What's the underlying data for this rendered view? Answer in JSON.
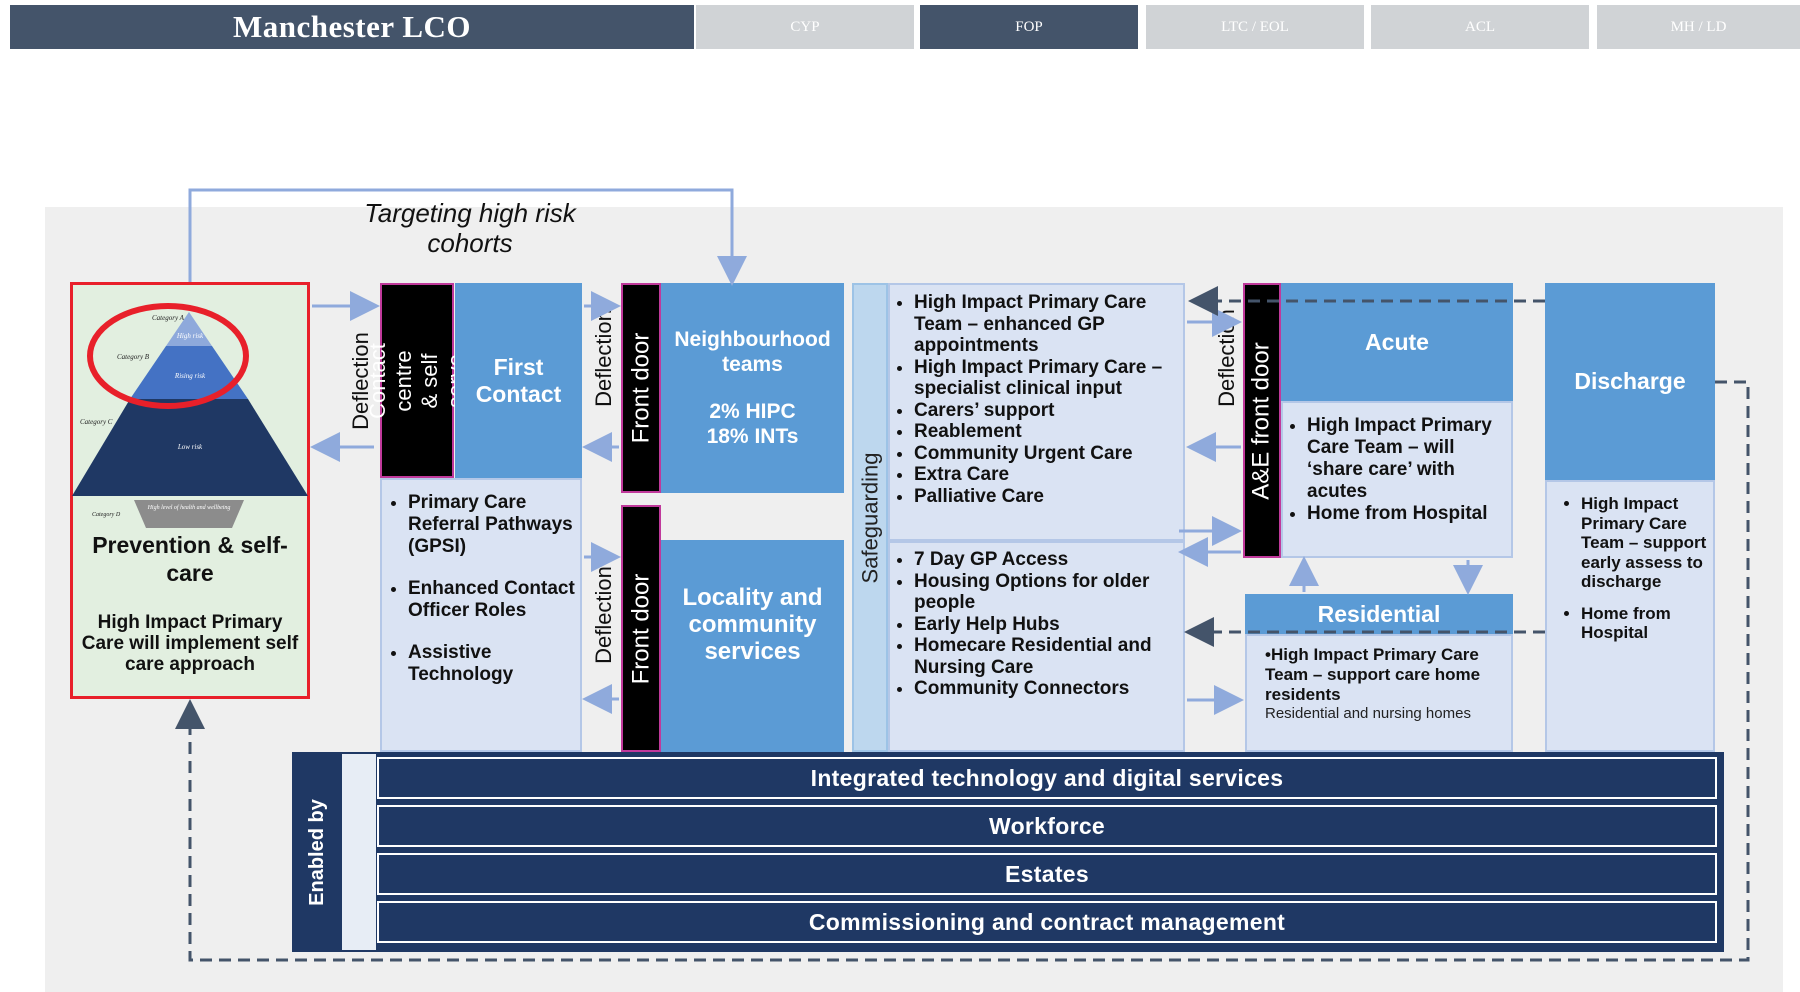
{
  "header": {
    "title": "Manchester LCO",
    "tabs": [
      {
        "label": "CYP",
        "active": false
      },
      {
        "label": "FOP",
        "active": true
      },
      {
        "label": "LTC / EOL",
        "active": false
      },
      {
        "label": "ACL",
        "active": false
      },
      {
        "label": "MH / LD",
        "active": false
      }
    ]
  },
  "caption": "Targeting high risk cohorts",
  "prevention": {
    "pyramid": {
      "category_a": "Category A",
      "high_risk": "High risk",
      "category_b": "Category B",
      "rising_risk": "Rising risk",
      "category_c": "Category C",
      "low_risk": "Low risk",
      "category_d": "Category D",
      "high_level": "High level of health and wellbeing"
    },
    "title": "Prevention & self-care",
    "desc": "High Impact Primary Care will implement self care approach"
  },
  "labels": {
    "deflection": "Deflection",
    "contact_centre": "Contact centre & self serve",
    "front_door": "Front door",
    "ae_front_door": "A&E front door",
    "safeguarding": "Safeguarding",
    "enabled_by": "Enabled by"
  },
  "first_contact": {
    "title": "First Contact",
    "items": [
      "Primary Care Referral Pathways (GPSI)",
      "Enhanced Contact Officer Roles",
      "Assistive Technology"
    ]
  },
  "neighbourhood": {
    "title": "Neighbourhood teams",
    "stat1": "2% HIPC",
    "stat2": "18% INTs"
  },
  "locality": {
    "title": "Locality and community services"
  },
  "services_top": [
    "High Impact Primary Care Team – enhanced GP appointments",
    "High Impact Primary Care – specialist clinical input",
    "Carers’ support",
    "Reablement",
    "Community Urgent Care",
    "Extra Care",
    "Palliative Care"
  ],
  "services_bottom": [
    "7 Day GP Access",
    "Housing Options for older people",
    "Early Help Hubs",
    "Homecare Residential and Nursing Care",
    "Community Connectors"
  ],
  "acute": {
    "title": "Acute",
    "items": [
      "High Impact Primary Care Team – will ‘share care’ with acutes",
      "Home from Hospital"
    ]
  },
  "residential": {
    "title": "Residential",
    "item": "•High Impact Primary Care Team – support care home residents",
    "note": "Residential and nursing homes"
  },
  "discharge": {
    "title": "Discharge",
    "items": [
      "High Impact Primary Care Team – support early assess to discharge",
      "Home from Hospital"
    ]
  },
  "enablers": [
    "Integrated technology and digital services",
    "Workforce",
    "Estates",
    "Commissioning and contract management"
  ],
  "colors": {
    "header_dark": "#44546a",
    "tab_inactive": "#d0d3d6",
    "box_blue": "#5b9bd5",
    "box_light": "#dae3f3",
    "enabler_navy": "#1f3864",
    "highlight_red": "#e8202a"
  }
}
